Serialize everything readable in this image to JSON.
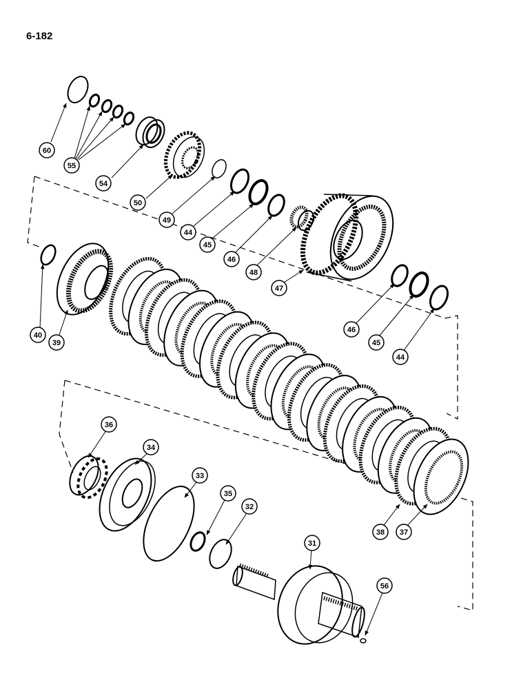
{
  "page_number": "6-182",
  "callouts": [
    {
      "id": "c60",
      "label": "60"
    },
    {
      "id": "c55",
      "label": "55"
    },
    {
      "id": "c54",
      "label": "54"
    },
    {
      "id": "c50",
      "label": "50"
    },
    {
      "id": "c49",
      "label": "49"
    },
    {
      "id": "c44a",
      "label": "44"
    },
    {
      "id": "c45a",
      "label": "45"
    },
    {
      "id": "c46a",
      "label": "46"
    },
    {
      "id": "c48",
      "label": "48"
    },
    {
      "id": "c47",
      "label": "47"
    },
    {
      "id": "c40",
      "label": "40"
    },
    {
      "id": "c39",
      "label": "39"
    },
    {
      "id": "c46b",
      "label": "46"
    },
    {
      "id": "c45b",
      "label": "45"
    },
    {
      "id": "c44b",
      "label": "44"
    },
    {
      "id": "c36",
      "label": "36"
    },
    {
      "id": "c34",
      "label": "34"
    },
    {
      "id": "c33",
      "label": "33"
    },
    {
      "id": "c35",
      "label": "35"
    },
    {
      "id": "c32",
      "label": "32"
    },
    {
      "id": "c31",
      "label": "31"
    },
    {
      "id": "c56",
      "label": "56"
    },
    {
      "id": "c38",
      "label": "38"
    },
    {
      "id": "c37",
      "label": "37"
    }
  ]
}
